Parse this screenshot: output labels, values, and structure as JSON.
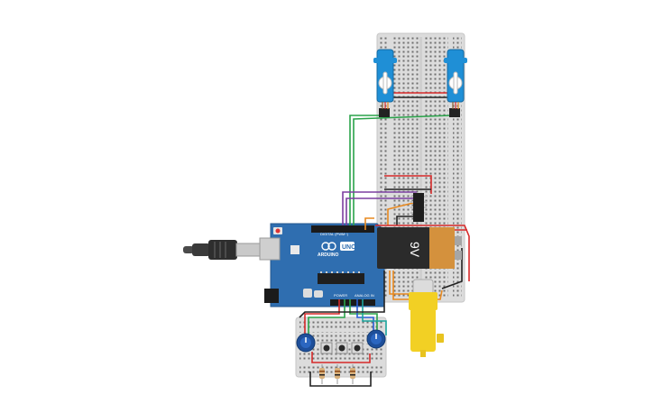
{
  "canvas": {
    "background": "#ffffff"
  },
  "components": {
    "arduino": {
      "brand": "ARDUINO",
      "model": "UNO",
      "header_digital": "DIGITAL (PWM~)",
      "header_power": "POWER",
      "header_analog": "ANALOG IN",
      "color": "#2f6eb0"
    },
    "battery": {
      "label": "9V",
      "body_color": "#2b2b2b",
      "cap_color": "#d4913d"
    },
    "servos": [
      {
        "name": "servo-1"
      },
      {
        "name": "servo-2"
      }
    ],
    "motor_driver": {
      "color": "#1e1e1e"
    },
    "dc_motor": {
      "body_color": "#f2d024",
      "shaft_color": "#dcdcdc"
    },
    "potentiometers": [
      {
        "name": "pot-left"
      },
      {
        "name": "pot-right"
      }
    ],
    "buttons": [
      {
        "name": "button-1"
      },
      {
        "name": "button-2"
      },
      {
        "name": "button-3"
      }
    ],
    "resistors": [
      {
        "name": "resistor-1"
      },
      {
        "name": "resistor-2"
      },
      {
        "name": "resistor-3"
      }
    ],
    "usb_cable": {
      "color": "#3a3a3a"
    }
  },
  "wire_colors": {
    "red": "#d62a2a",
    "black": "#222222",
    "green": "#2aa34a",
    "purple": "#7b3fa0",
    "blue": "#2a5fd6",
    "orange": "#e8891f",
    "teal": "#1ba39c"
  }
}
